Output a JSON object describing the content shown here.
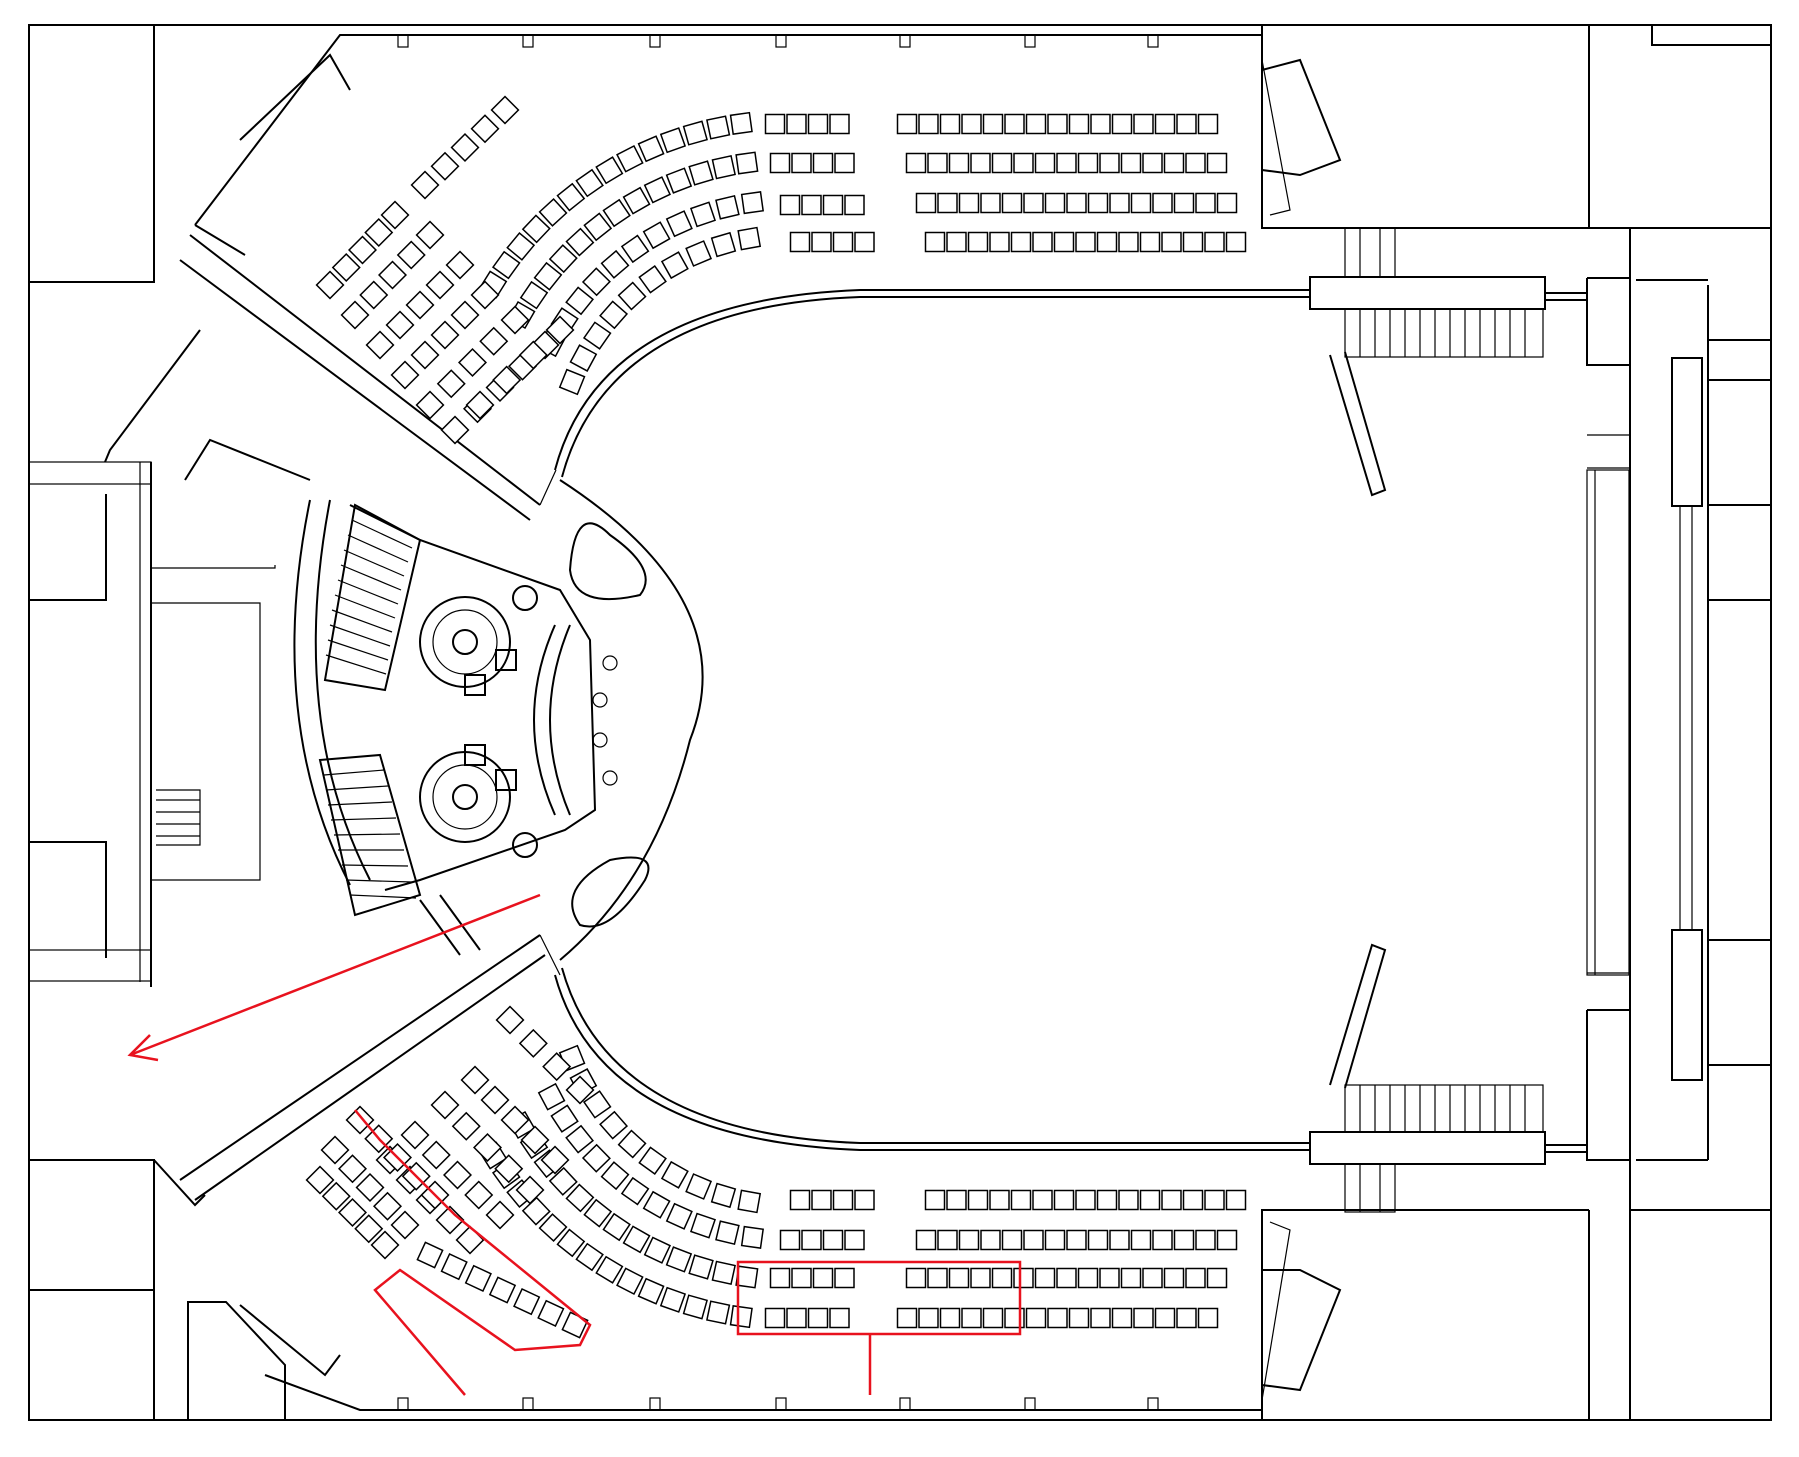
{
  "diagram": {
    "type": "floor-plan",
    "subject": "theatre-in-the-round-auditorium",
    "has_text_labels": false,
    "colors": {
      "linework": "#000000",
      "background": "#ffffff",
      "annotation": "#e8121e"
    },
    "annotations": [
      {
        "kind": "outline",
        "name": "lower-left-seating-wedge-outline"
      },
      {
        "kind": "rectangle",
        "name": "lower-center-rows-highlight"
      },
      {
        "kind": "arrow",
        "name": "exit-direction-arrow"
      }
    ]
  }
}
